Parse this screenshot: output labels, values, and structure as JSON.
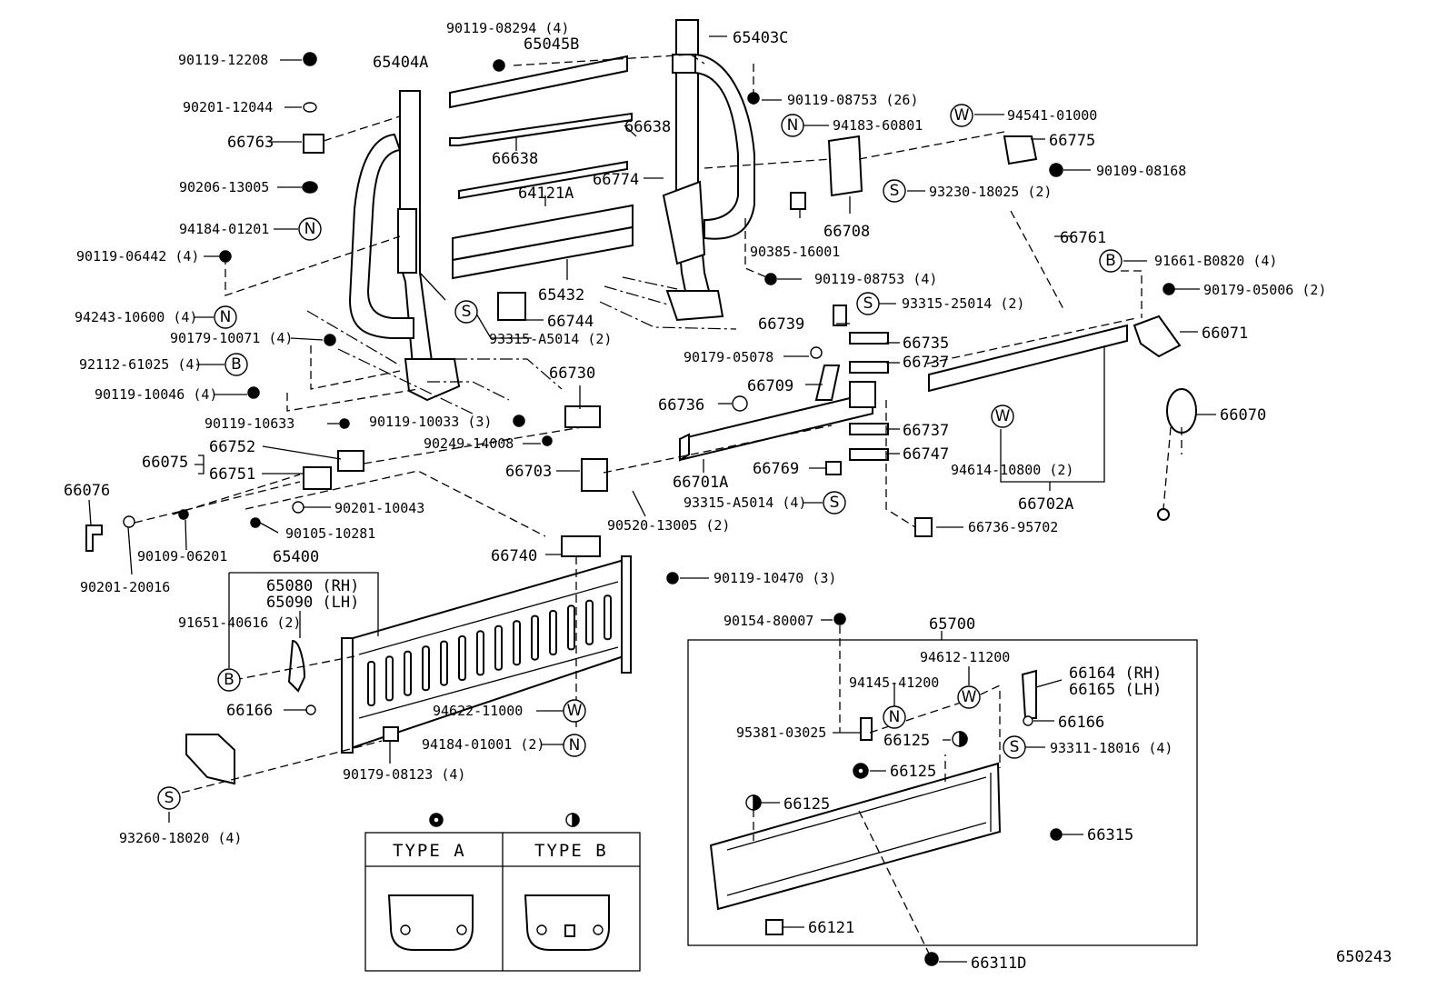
{
  "diagram_id": "650243",
  "labels": {
    "p90119_08294": "90119-08294 (4)",
    "p65045B": "65045B",
    "p65403C": "65403C",
    "p90119_12208": "90119-12208",
    "p65404A": "65404A",
    "p90201_12044": "90201-12044",
    "p66763": "66763",
    "p90206_13005": "90206-13005",
    "p94184_01201": "94184-01201",
    "p90119_06442": "90119-06442 (4)",
    "p94243_10600": "94243-10600 (4)",
    "p90179_10071": "90179-10071 (4)",
    "p92112_61025": "92112-61025 (4)",
    "p90119_10046": "90119-10046 (4)",
    "p90119_10633": "90119-10633",
    "p66075": "66075",
    "p66752": "66752",
    "p66751": "66751",
    "p66076": "66076",
    "p90201_10043": "90201-10043",
    "p90105_10281": "90105-10281",
    "p90109_06201": "90109-06201",
    "p90201_20016": "90201-20016",
    "p65400": "65400",
    "p65080": "65080 (RH)",
    "p65090": "65090 (LH)",
    "p91651_40616": "91651-40616 (2)",
    "p66166a": "66166",
    "p90179_08123": "90179-08123 (4)",
    "p93260_18020": "93260-18020 (4)",
    "p66638a": "66638",
    "p66638b": "66638",
    "p66774": "66774",
    "p64121A": "64121A",
    "p65432": "65432",
    "p66744": "66744",
    "p93315_A5014a": "93315-A5014 (2)",
    "p90119_10033": "90119-10033 (3)",
    "p66730": "66730",
    "p90249_14008": "90249-14008",
    "p66703": "66703",
    "p90520_13005": "90520-13005 (2)",
    "p66740": "66740",
    "p90119_10470": "90119-10470 (3)",
    "p94622_11000": "94622-11000",
    "p94184_01001": "94184-01001 (2)",
    "p90119_08753a": "90119-08753 (26)",
    "p94183_60801": "94183-60801",
    "p94541_01000": "94541-01000",
    "p66775": "66775",
    "p90109_08168": "90109-08168",
    "p93230_18025": "93230-18025 (2)",
    "p66708": "66708",
    "p90385_16001": "90385-16001",
    "p90119_08753b": "90119-08753 (4)",
    "p66761": "66761",
    "p91661_B0820": "91661-B0820 (4)",
    "p90179_05006": "90179-05006 (2)",
    "p66739": "66739",
    "p93315_25014": "93315-25014 (2)",
    "p90179_05078": "90179-05078",
    "p66735": "66735",
    "p66737a": "66737",
    "p66709": "66709",
    "p66736": "66736",
    "p66737b": "66737",
    "p66747": "66747",
    "p66701A": "66701A",
    "p66769": "66769",
    "p93315_A5014b": "93315-A5014 (4)",
    "p66736_95702": "66736-95702",
    "p94614_10800": "94614-10800 (2)",
    "p66702A": "66702A",
    "p66071": "66071",
    "p66070": "66070",
    "p90154_80007": "90154-80007",
    "p65700": "65700",
    "p94612_11200": "94612-11200",
    "p94145_41200": "94145-41200",
    "p66164": "66164 (RH)",
    "p66165": "66165 (LH)",
    "p66166b": "66166",
    "p95381_03025": "95381-03025",
    "p66125a": "66125",
    "p66125b": "66125",
    "p66125c": "66125",
    "p93311_18016": "93311-18016 (4)",
    "p66315": "66315",
    "p66121": "66121",
    "p66311D": "66311D"
  },
  "symbols": {
    "N": "N",
    "S": "S",
    "W": "W",
    "B": "B"
  },
  "type_table": {
    "type_a": "TYPE A",
    "type_b": "TYPE B"
  }
}
